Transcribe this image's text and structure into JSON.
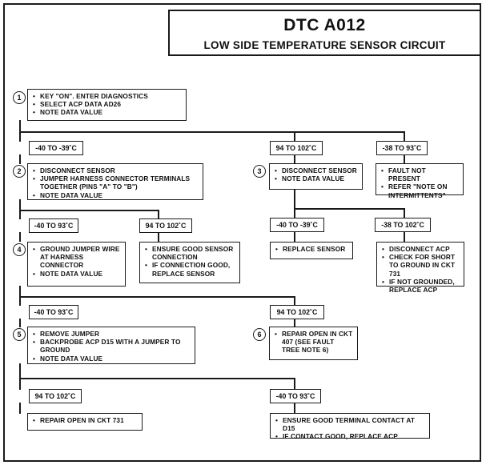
{
  "title": {
    "code": "DTC A012",
    "subtitle": "LOW SIDE TEMPERATURE SENSOR CIRCUIT"
  },
  "steps": [
    {
      "number": "1",
      "items": [
        "KEY \"ON\". ENTER DIAGNOSTICS",
        "SELECT ACP DATA AD26",
        "NOTE DATA VALUE"
      ]
    },
    {
      "number": "2",
      "items": [
        "DISCONNECT SENSOR",
        "JUMPER HARNESS CONNECTOR TERMINALS TOGETHER (PINS \"A\" TO \"B\")",
        "NOTE DATA VALUE"
      ]
    },
    {
      "number": "3",
      "items": [
        "DISCONNECT SENSOR",
        "NOTE DATA VALUE"
      ]
    },
    {
      "number": "4",
      "items": [
        "GROUND JUMPER WIRE AT HARNESS CONNECTOR",
        "NOTE DATA VALUE"
      ]
    },
    {
      "number": "5",
      "items": [
        "REMOVE JUMPER",
        "BACKPROBE ACP D15 WITH A JUMPER TO GROUND",
        "NOTE DATA VALUE"
      ]
    },
    {
      "number": "6",
      "items": [
        "REPAIR OPEN IN CKT 407 (SEE FAULT TREE NOTE 6)"
      ]
    }
  ],
  "results": {
    "fault_not_present": [
      "FAULT NOT PRESENT",
      "REFER \"NOTE ON INTERMITTENTS\""
    ],
    "ensure_sensor": [
      "ENSURE GOOD SENSOR CONNECTION",
      "IF CONNECTION GOOD, REPLACE SENSOR"
    ],
    "replace_sensor": [
      "REPLACE SENSOR"
    ],
    "check_short": [
      "DISCONNECT ACP",
      "CHECK FOR SHORT TO GROUND IN CKT 731",
      "IF NOT GROUNDED, REPLACE ACP"
    ],
    "repair_731": [
      "REPAIR OPEN IN CKT 731"
    ],
    "ensure_contact": [
      "ENSURE GOOD TERMINAL CONTACT AT D15",
      "IF CONTACT GOOD, REPLACE ACP"
    ]
  },
  "conditions": {
    "s1_low": "-40 TO -39˚C",
    "s1_high": "94 TO 102˚C",
    "s1_mid": "-38 TO 93˚C",
    "s2_low": "-40 TO 93˚C",
    "s2_high": "94 TO 102˚C",
    "s3_low": "-40 TO -39˚C",
    "s3_high": "-38 TO 102˚C",
    "s4_low": "-40 TO 93˚C",
    "s4_high": "94 TO 102˚C",
    "s5_high": "94 TO 102˚C",
    "s5_low": "-40 TO 93˚C"
  }
}
